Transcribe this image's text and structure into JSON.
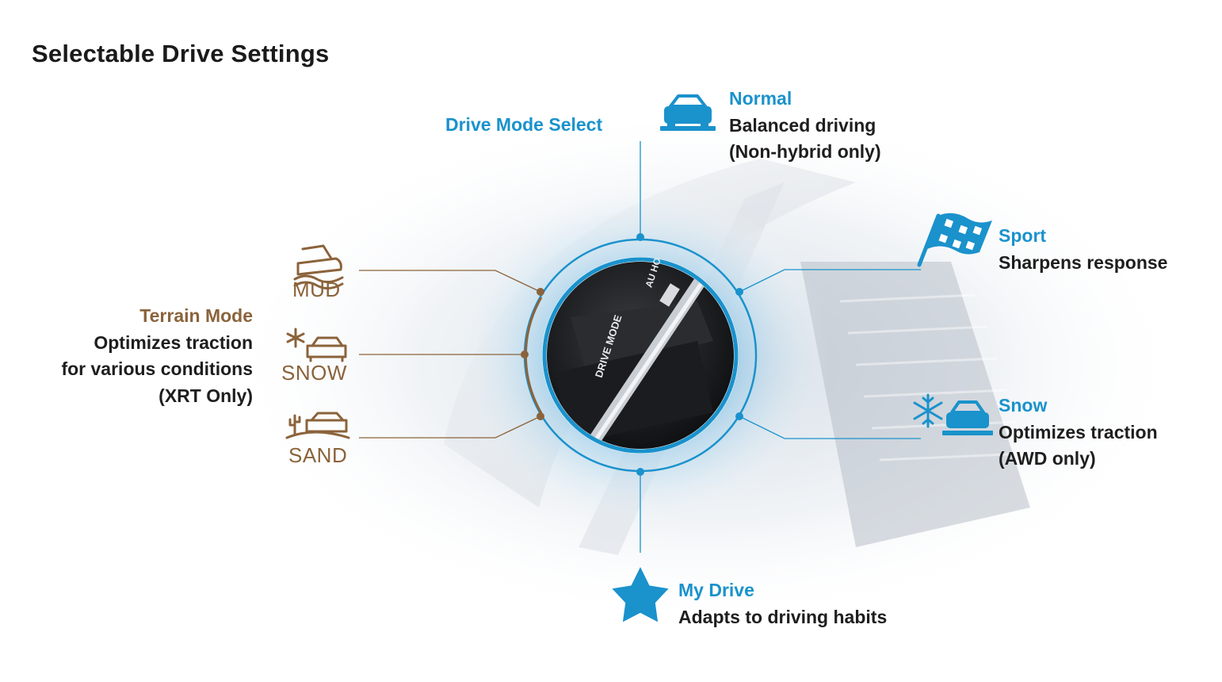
{
  "title": "Selectable Drive Settings",
  "colors": {
    "accent_blue": "#1a92cc",
    "terrain_brown": "#8b633b",
    "text_dark": "#1e1e1e"
  },
  "knob": {
    "label": "DRIVE MODE",
    "label_partial": "AU HO"
  },
  "drive_mode_select": {
    "label": "Drive Mode Select"
  },
  "modes": {
    "normal": {
      "icon": "car-icon",
      "name": "Normal",
      "line1": "Balanced driving",
      "line2": "(Non-hybrid only)"
    },
    "sport": {
      "icon": "checkered-flag-icon",
      "name": "Sport",
      "line1": "Sharpens response"
    },
    "snow": {
      "icon": "snowflake-car-icon",
      "name": "Snow",
      "line1": "Optimizes traction",
      "line2": "(AWD only)"
    },
    "my_drive": {
      "icon": "star-icon",
      "name": "My Drive",
      "line1": "Adapts to driving habits"
    }
  },
  "terrain": {
    "name": "Terrain Mode",
    "line1": "Optimizes traction",
    "line2": "for various conditions",
    "line3": "(XRT Only)",
    "options": [
      {
        "icon": "mud-car-icon",
        "label": "MUD"
      },
      {
        "icon": "snow-car-icon",
        "label": "SNOW"
      },
      {
        "icon": "sand-car-icon",
        "label": "SAND"
      }
    ]
  }
}
